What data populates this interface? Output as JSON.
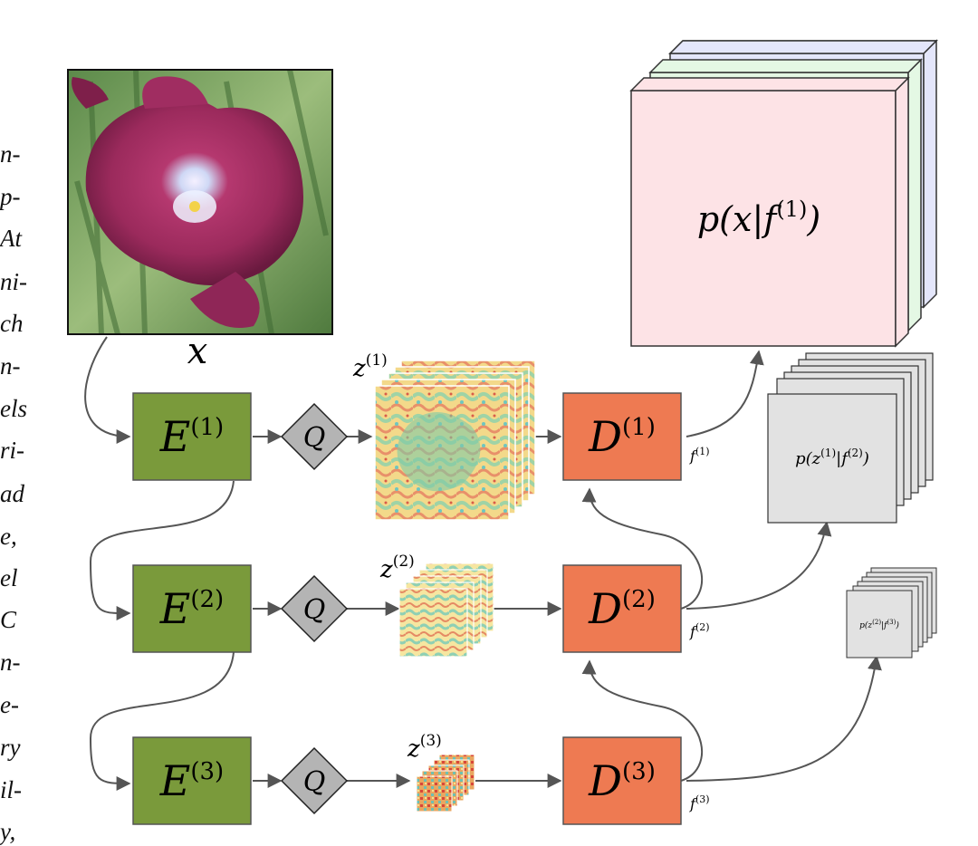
{
  "margin_text": [
    "n-",
    "p-",
    "At",
    "ni-",
    "ch",
    "n-",
    "els",
    "ri-",
    "ad",
    "e,",
    "el",
    "C",
    "n-",
    "e-",
    "ry",
    "il-",
    "y,"
  ],
  "input": {
    "label": "x",
    "image": "tulip-flower-photo"
  },
  "encoders": [
    {
      "base": "E",
      "sup": "(1)"
    },
    {
      "base": "E",
      "sup": "(2)"
    },
    {
      "base": "E",
      "sup": "(3)"
    }
  ],
  "quantizers": [
    {
      "label": "Q"
    },
    {
      "label": "Q"
    },
    {
      "label": "Q"
    }
  ],
  "latents": [
    {
      "base": "z",
      "sup": "(1)"
    },
    {
      "base": "z",
      "sup": "(2)"
    },
    {
      "base": "z",
      "sup": "(3)"
    }
  ],
  "decoders": [
    {
      "base": "D",
      "sup": "(1)"
    },
    {
      "base": "D",
      "sup": "(2)"
    },
    {
      "base": "D",
      "sup": "(3)"
    }
  ],
  "features": [
    {
      "base": "f",
      "sup": "(1)"
    },
    {
      "base": "f",
      "sup": "(2)"
    },
    {
      "base": "f",
      "sup": "(3)"
    }
  ],
  "outputs": [
    {
      "label": "p(x|f(1))",
      "pre": "p(x|f",
      "sup": "(1)",
      "post": ")"
    },
    {
      "label": "p(z(1)|f(2))",
      "pre": "p(z",
      "sup1": "(1)",
      "mid": "|f",
      "sup2": "(2)",
      "post": ")"
    },
    {
      "label": "p(z(2)|f(3))",
      "pre": "p(z",
      "sup1": "(2)",
      "mid": "|f",
      "sup2": "(3)",
      "post": ")"
    }
  ],
  "colors": {
    "encoder": "#7a9a3b",
    "decoder": "#ee7a52",
    "quantizer": "#b4b4b4",
    "output_front": "#fde3e6",
    "output_green": "#e4f8e4",
    "output_blue": "#e4e6fb",
    "output_gray": "#e2e2e2",
    "arrow": "#555555"
  }
}
